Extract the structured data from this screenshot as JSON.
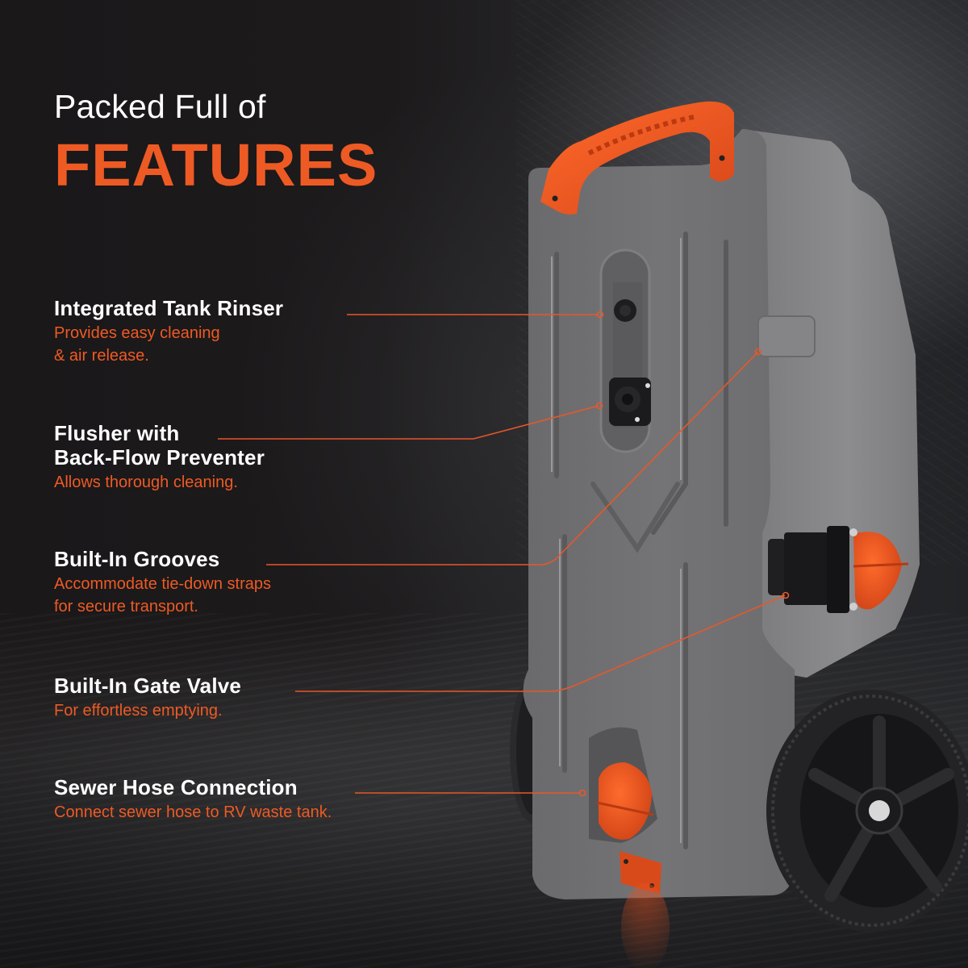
{
  "headline": {
    "line1": "Packed Full of",
    "line2": "FEATURES"
  },
  "features": [
    {
      "title": "Integrated Tank Rinser",
      "description_lines": [
        "Provides easy cleaning",
        "& air release."
      ],
      "target": "rinser-cap"
    },
    {
      "title_lines": [
        "Flusher with",
        "Back-Flow Preventer"
      ],
      "description_lines": [
        "Allows thorough cleaning."
      ],
      "target": "flusher-fitting"
    },
    {
      "title": "Built-In Grooves",
      "description_lines": [
        "Accommodate tie-down straps",
        "for secure transport."
      ],
      "target": "strap-groove"
    },
    {
      "title": "Built-In Gate Valve",
      "description_lines": [
        "For effortless emptying."
      ],
      "target": "gate-valve"
    },
    {
      "title": "Sewer Hose Connection",
      "description_lines": [
        "Connect sewer hose to RV waste tank."
      ],
      "target": "sewer-cap"
    }
  ],
  "colors": {
    "accent_orange": "#ee5a24",
    "leader_line": "#e8572a",
    "title_white": "#ffffff",
    "background": "#1c1a1b",
    "tank_gray": "#6e6e70",
    "handle_orange": "#e8501e"
  },
  "product": {
    "name": "portable waste tank with wheels",
    "parts": [
      "handle",
      "tank-body",
      "rinser-cap",
      "flusher-fitting",
      "strap-groove",
      "gate-valve",
      "sewer-cap",
      "wheel-front",
      "wheel-rear"
    ]
  }
}
